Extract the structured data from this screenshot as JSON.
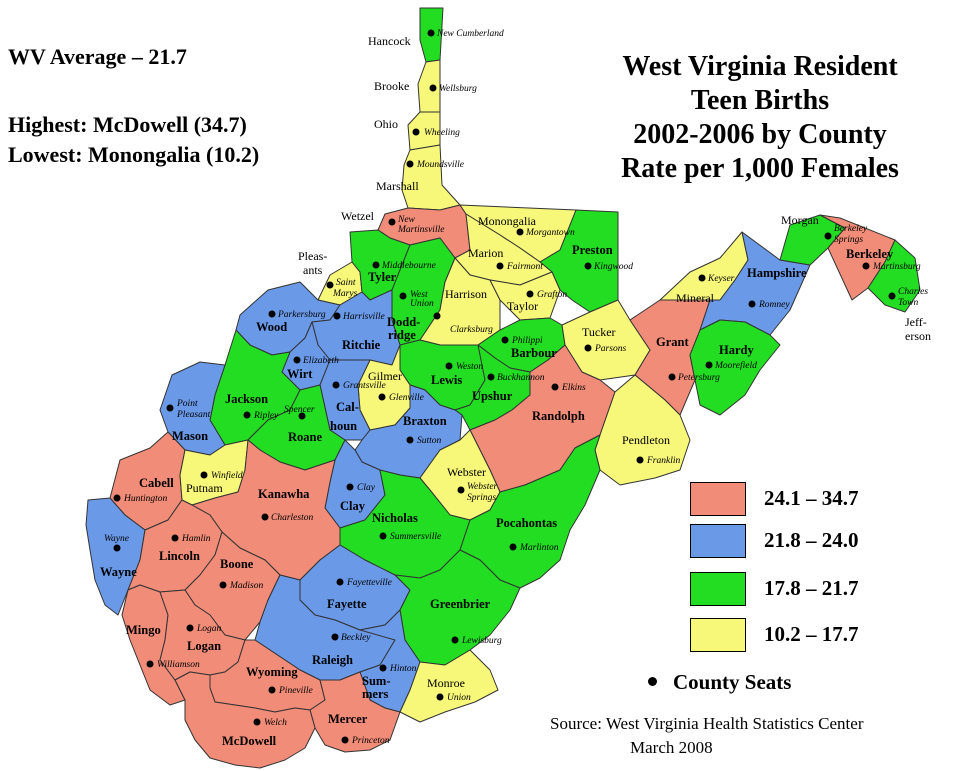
{
  "stats": {
    "average": "WV Average – 21.7",
    "highest": "Highest:  McDowell (34.7)",
    "lowest": "Lowest:  Monongalia (10.2)"
  },
  "title": {
    "line1": "West Virginia Resident",
    "line2": "Teen Births",
    "line3": "2002-2006 by County",
    "line4": "Rate per 1,000 Females"
  },
  "legend": [
    {
      "label": "24.1 – 34.7",
      "color": "#f08c78"
    },
    {
      "label": "21.8 – 24.0",
      "color": "#6a99e8"
    },
    {
      "label": "17.8 – 21.7",
      "color": "#22dd22"
    },
    {
      "label": "10.2 – 17.7",
      "color": "#f7f77a"
    }
  ],
  "county_seats_label": "County Seats",
  "source": {
    "line1": "Source:  West Virginia Health Statistics Center",
    "line2": "March 2008"
  },
  "counties": {
    "hancock": {
      "name": "Hancock",
      "seat": "New Cumberland",
      "category": "green"
    },
    "brooke": {
      "name": "Brooke",
      "seat": "Wellsburg",
      "category": "yellow"
    },
    "ohio": {
      "name": "Ohio",
      "seat": "Wheeling",
      "category": "yellow"
    },
    "marshall": {
      "name": "Marshall",
      "seat": "Moundsville",
      "category": "yellow"
    },
    "wetzel": {
      "name": "Wetzel",
      "seat_line1": "New",
      "seat_line2": "Martinsville",
      "category": "red"
    },
    "monongalia": {
      "name": "Monongalia",
      "seat": "Morgantown",
      "category": "yellow"
    },
    "preston": {
      "name": "Preston",
      "seat": "Kingwood",
      "category": "green"
    },
    "marion": {
      "name": "Marion",
      "seat": "Fairmont",
      "category": "yellow"
    },
    "pleasants": {
      "name_line1": "Pleas-",
      "name_line2": "ants",
      "seat_line1": "Saint",
      "seat_line2": "Marys",
      "category": "yellow"
    },
    "tyler": {
      "name": "Tyler",
      "seat": "Middlebourne",
      "category": "green"
    },
    "doddridge": {
      "name_line1": "Dodd-",
      "name_line2": "ridge",
      "seat_line1": "West",
      "seat_line2": "Union",
      "category": "green"
    },
    "harrison": {
      "name": "Harrison",
      "seat": "Clarksburg",
      "category": "yellow"
    },
    "taylor": {
      "name": "Taylor",
      "seat": "Grafton",
      "category": "yellow"
    },
    "wood": {
      "name": "Wood",
      "seat": "Parkersburg",
      "category": "blue"
    },
    "ritchie": {
      "name": "Ritchie",
      "seat": "Harrisville",
      "category": "blue"
    },
    "wirt": {
      "name": "Wirt",
      "seat": "Elizabeth",
      "category": "blue"
    },
    "barbour": {
      "name": "Barbour",
      "seat": "Philippi",
      "category": "green"
    },
    "tucker": {
      "name": "Tucker",
      "seat": "Parsons",
      "category": "yellow"
    },
    "lewis": {
      "name": "Lewis",
      "seat": "Weston",
      "category": "green"
    },
    "upshur": {
      "name": "Upshur",
      "seat": "Buckhannon",
      "category": "green"
    },
    "gilmer": {
      "name": "Gilmer",
      "seat": "Glenville",
      "category": "yellow"
    },
    "calhoun": {
      "name_line1": "Cal-",
      "name_line2": "houn",
      "seat": "Grantsville",
      "category": "blue"
    },
    "jackson": {
      "name": "Jackson",
      "seat": "Ripley",
      "category": "green"
    },
    "roane": {
      "name": "Roane",
      "seat": "Spencer",
      "category": "green"
    },
    "mason": {
      "name": "Mason",
      "seat_line1": "Point",
      "seat_line2": "Pleasant",
      "category": "blue"
    },
    "randolph": {
      "name": "Randolph",
      "seat": "Elkins",
      "category": "red"
    },
    "grant": {
      "name": "Grant",
      "seat": "Petersburg",
      "category": "red"
    },
    "mineral": {
      "name": "Mineral",
      "seat": "Keyser",
      "category": "yellow"
    },
    "hampshire": {
      "name": "Hampshire",
      "seat": "Romney",
      "category": "blue"
    },
    "hardy": {
      "name": "Hardy",
      "seat": "Moorefield",
      "category": "green"
    },
    "morgan": {
      "name": "Morgan",
      "seat_line1": "Berkeley",
      "seat_line2": "Springs",
      "category": "green"
    },
    "berkeley": {
      "name": "Berkeley",
      "seat": "Martinsburg",
      "category": "red"
    },
    "jefferson": {
      "name_line1": "Jeff-",
      "name_line2": "erson",
      "seat_line1": "Charles",
      "seat_line2": "Town",
      "category": "green"
    },
    "pendleton": {
      "name": "Pendleton",
      "seat": "Franklin",
      "category": "yellow"
    },
    "braxton": {
      "name": "Braxton",
      "seat": "Sutton",
      "category": "blue"
    },
    "clay": {
      "name": "Clay",
      "seat": "Clay",
      "category": "blue"
    },
    "webster": {
      "name": "Webster",
      "seat_line1": "Webster",
      "seat_line2": "Springs",
      "category": "yellow"
    },
    "nicholas": {
      "name": "Nicholas",
      "seat": "Summersville",
      "category": "green"
    },
    "pocahontas": {
      "name": "Pocahontas",
      "seat": "Marlinton",
      "category": "green"
    },
    "cabell": {
      "name": "Cabell",
      "seat": "Huntington",
      "category": "red"
    },
    "putnam": {
      "name": "Putnam",
      "seat": "Winfield",
      "category": "yellow"
    },
    "kanawha": {
      "name": "Kanawha",
      "seat": "Charleston",
      "category": "red"
    },
    "wayne": {
      "name": "Wayne",
      "seat": "Wayne",
      "category": "blue"
    },
    "lincoln": {
      "name": "Lincoln",
      "seat": "Hamlin",
      "category": "red"
    },
    "boone": {
      "name": "Boone",
      "seat": "Madison",
      "category": "red"
    },
    "fayette": {
      "name": "Fayette",
      "seat": "Fayetteville",
      "category": "blue"
    },
    "greenbrier": {
      "name": "Greenbrier",
      "seat": "Lewisburg",
      "category": "green"
    },
    "mingo": {
      "name": "Mingo",
      "seat": "Williamson",
      "category": "red"
    },
    "logan": {
      "name": "Logan",
      "seat": "Logan",
      "category": "red"
    },
    "raleigh": {
      "name": "Raleigh",
      "seat": "Beckley",
      "category": "blue"
    },
    "summers": {
      "name_line1": "Sum-",
      "name_line2": "mers",
      "seat": "Hinton",
      "category": "blue"
    },
    "monroe": {
      "name": "Monroe",
      "seat": "Union",
      "category": "yellow"
    },
    "wyoming": {
      "name": "Wyoming",
      "seat": "Pineville",
      "category": "red"
    },
    "mercer": {
      "name": "Mercer",
      "seat": "Princeton",
      "category": "red"
    },
    "mcdowell": {
      "name": "McDowell",
      "seat": "Welch",
      "category": "red"
    }
  }
}
